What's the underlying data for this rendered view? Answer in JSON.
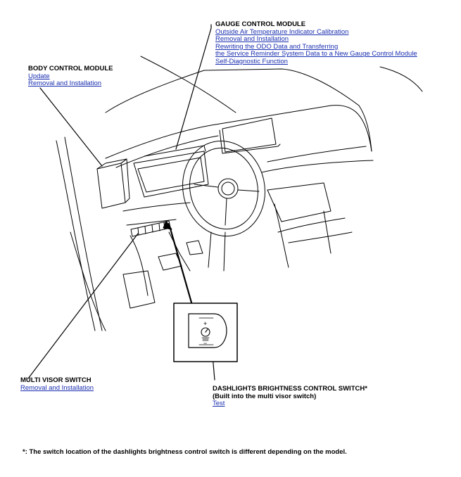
{
  "labels": {
    "gauge": {
      "title": "GAUGE CONTROL MODULE",
      "links": [
        "Outside Air Temperature Indicator Calibration",
        "Removal and Installation",
        "Rewriting the ODO Data and Transferring",
        "the Service Reminder System Data to a New Gauge Control Module",
        "Self-Diagnostic Function"
      ]
    },
    "body": {
      "title": "BODY CONTROL MODULE",
      "links": [
        "Update",
        "Removal and Installation"
      ]
    },
    "multi_visor": {
      "title": "MULTI VISOR SWITCH",
      "links": [
        "Removal and Installation"
      ]
    },
    "dashlights": {
      "title": "DASHLIGHTS BRIGHTNESS CONTROL SWITCH*",
      "subtitle": "(Built into the multi visor switch)",
      "links": [
        "Test"
      ]
    }
  },
  "footnote": "*: The switch location of the dashlights brightness control switch is different depending on the model.",
  "icons": {
    "switch_symbol": "dashlight-brightness-icon",
    "plus": "+",
    "minus": "−"
  }
}
